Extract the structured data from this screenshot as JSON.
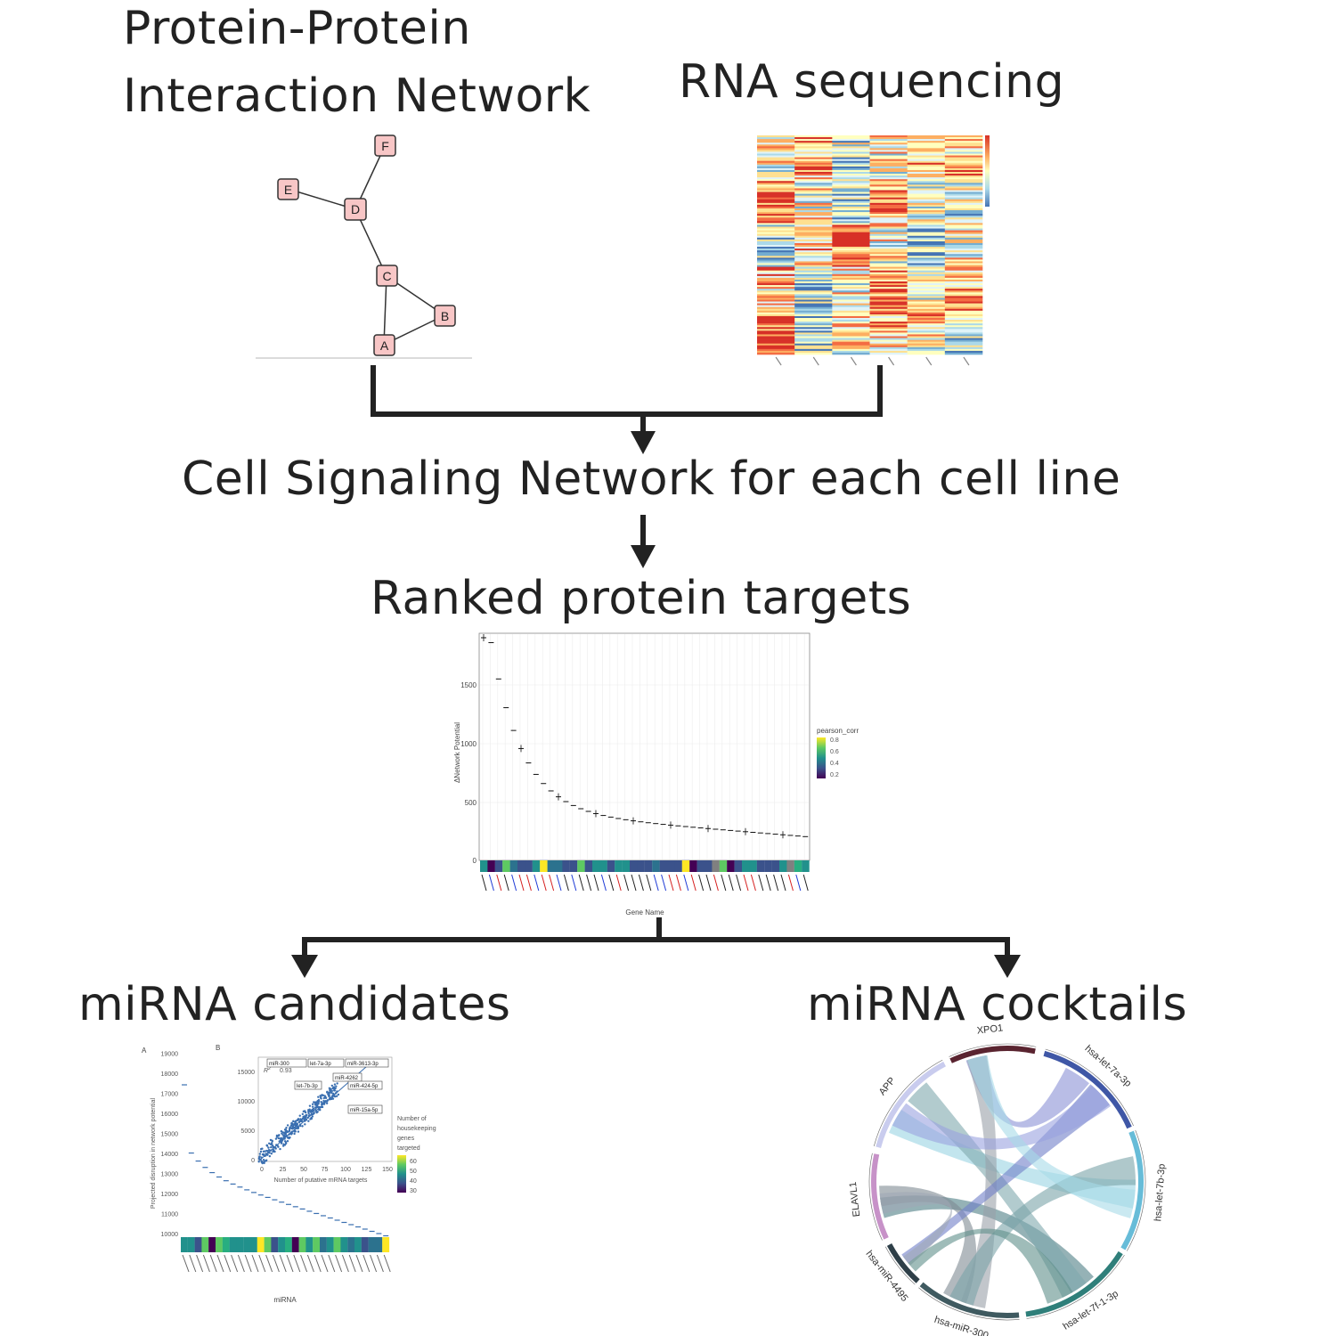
{
  "titles": {
    "ppi_line1": "Protein-Protein",
    "ppi_line2": "Interaction Network",
    "rna": "RNA sequencing",
    "csn": "Cell Signaling Network for each cell line",
    "ranked": "Ranked protein targets",
    "mirna_candidates": "miRNA candidates",
    "mirna_cocktails": "miRNA cocktails"
  },
  "ppi_network": {
    "nodes": [
      "F",
      "E",
      "D",
      "C",
      "B",
      "A"
    ],
    "edges": [
      [
        "F",
        "D"
      ],
      [
        "E",
        "D"
      ],
      [
        "D",
        "C"
      ],
      [
        "C",
        "B"
      ],
      [
        "C",
        "A"
      ],
      [
        "B",
        "A"
      ]
    ]
  },
  "ranked_plot": {
    "ylabel": "ΔNetwork Potential",
    "xlabel": "Gene Name",
    "yticks": [
      "0",
      "500",
      "1000",
      "1500"
    ],
    "legend_title": "pearson_corr",
    "legend_ticks": [
      "0.8",
      "0.6",
      "0.4",
      "0.2"
    ],
    "colors": [
      "#fde725",
      "#5ec962",
      "#21918c",
      "#3b528b",
      "#440154"
    ]
  },
  "candidates_plot": {
    "panel_a": "A",
    "panel_b": "B",
    "ylabel": "Projected disruption in network potential",
    "xlabel": "miRNA",
    "yticks": [
      "10000",
      "11000",
      "12000",
      "13000",
      "14000",
      "15000",
      "16000",
      "17000",
      "18000",
      "19000"
    ],
    "inset_yticks": [
      "0",
      "5000",
      "10000",
      "15000"
    ],
    "inset_xticks": [
      "0",
      "25",
      "50",
      "75",
      "100",
      "125",
      "150"
    ],
    "inset_xlabel": "Number of putative mRNA targets",
    "r2_label": "R",
    "r2_value": "0.93",
    "callouts": [
      "miR-300",
      "let-7a-3p",
      "miR-3613-3p",
      "miR-4262",
      "let-7b-3p",
      "miR-424-5p",
      "miR-15a-5p"
    ],
    "legend_title": [
      "Number of",
      "housekeeping",
      "genes",
      "targeted"
    ],
    "legend_ticks": [
      "60",
      "50",
      "40",
      "30"
    ]
  },
  "chord_plot": {
    "sectors": [
      "ELAVL1",
      "APP",
      "XPO1",
      "hsa-let-7a-3p",
      "hsa-let-7b-3p",
      "hsa-let-7f-1-3p",
      "hsa-miR-300",
      "hsa-miR-4495"
    ]
  }
}
